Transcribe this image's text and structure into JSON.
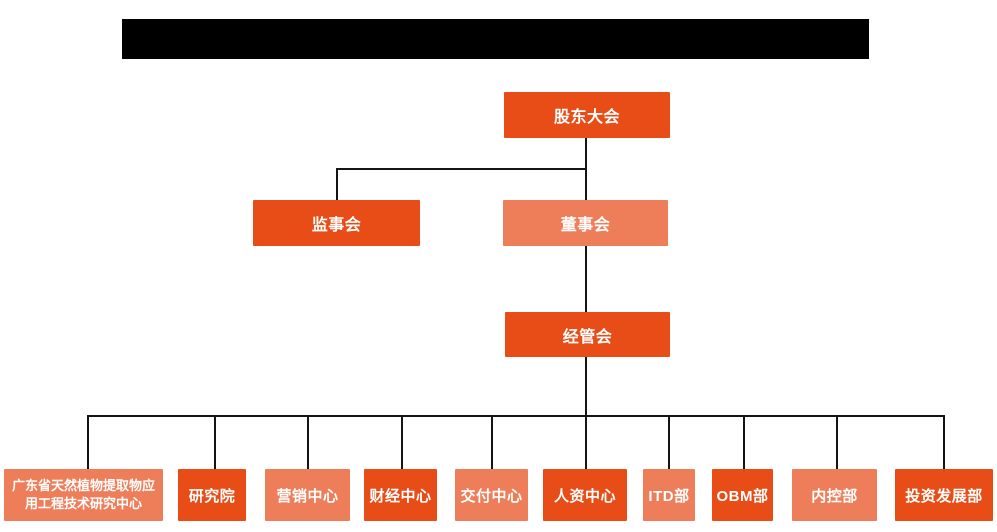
{
  "colors": {
    "primary": "#E84D17",
    "secondary": "#EE7D5A",
    "connector_line": "#141414",
    "node_text": "#FFFFFF",
    "redacted_bar": "#000000",
    "background": "#FFFFFF"
  },
  "org_chart": {
    "root": {
      "label": "股东大会",
      "variant": "primary"
    },
    "level2": [
      {
        "label": "监事会",
        "variant": "primary"
      },
      {
        "label": "董事会",
        "variant": "secondary"
      }
    ],
    "level3": {
      "label": "经管会",
      "variant": "primary"
    },
    "departments": [
      {
        "label": "广东省天然植物提取物应用工程技术研究中心",
        "variant": "secondary"
      },
      {
        "label": "研究院",
        "variant": "primary"
      },
      {
        "label": "营销中心",
        "variant": "secondary"
      },
      {
        "label": "财经中心",
        "variant": "primary"
      },
      {
        "label": "交付中心",
        "variant": "secondary"
      },
      {
        "label": "人资中心",
        "variant": "primary"
      },
      {
        "label": "ITD部",
        "variant": "secondary"
      },
      {
        "label": "OBM部",
        "variant": "primary"
      },
      {
        "label": "内控部",
        "variant": "secondary"
      },
      {
        "label": "投资发展部",
        "variant": "primary"
      }
    ]
  }
}
